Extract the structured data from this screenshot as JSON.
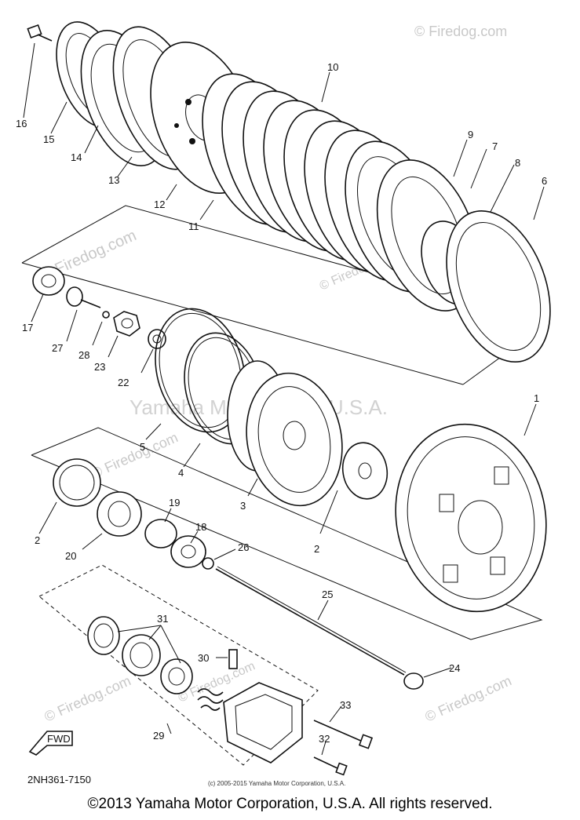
{
  "diagram": {
    "part_code": "2NH361-7150",
    "small_copyright": "(c) 2005-2015 Yamaha Motor Corporation, U.S.A.",
    "center_watermark": "Yamaha Motor Corp., U.S.A.",
    "fwd_label": "FWD",
    "watermarks": [
      "© Firedog.com",
      "© Firedog.com",
      "© Firedog.com",
      "© Firedog.com",
      "© Firedog.com",
      "© Firedog.com",
      "© Firedog.com"
    ],
    "labels": [
      {
        "id": "16",
        "text": "16"
      },
      {
        "id": "15",
        "text": "15"
      },
      {
        "id": "14",
        "text": "14"
      },
      {
        "id": "13",
        "text": "13"
      },
      {
        "id": "12",
        "text": "12"
      },
      {
        "id": "11",
        "text": "11"
      },
      {
        "id": "10",
        "text": "10"
      },
      {
        "id": "9",
        "text": "9"
      },
      {
        "id": "7",
        "text": "7"
      },
      {
        "id": "8",
        "text": "8"
      },
      {
        "id": "6",
        "text": "6"
      },
      {
        "id": "17",
        "text": "17"
      },
      {
        "id": "27",
        "text": "27"
      },
      {
        "id": "28",
        "text": "28"
      },
      {
        "id": "23",
        "text": "23"
      },
      {
        "id": "22",
        "text": "22"
      },
      {
        "id": "1",
        "text": "1"
      },
      {
        "id": "5",
        "text": "5"
      },
      {
        "id": "4",
        "text": "4"
      },
      {
        "id": "3",
        "text": "3"
      },
      {
        "id": "2a",
        "text": "2"
      },
      {
        "id": "2b",
        "text": "2"
      },
      {
        "id": "20",
        "text": "20"
      },
      {
        "id": "19",
        "text": "19"
      },
      {
        "id": "18",
        "text": "18"
      },
      {
        "id": "26",
        "text": "26"
      },
      {
        "id": "25",
        "text": "25"
      },
      {
        "id": "31",
        "text": "31"
      },
      {
        "id": "30",
        "text": "30"
      },
      {
        "id": "24",
        "text": "24"
      },
      {
        "id": "33",
        "text": "33"
      },
      {
        "id": "32",
        "text": "32"
      },
      {
        "id": "29",
        "text": "29"
      }
    ]
  },
  "footer": {
    "copyright": "©2013 Yamaha Motor Corporation, U.S.A. All rights reserved."
  }
}
